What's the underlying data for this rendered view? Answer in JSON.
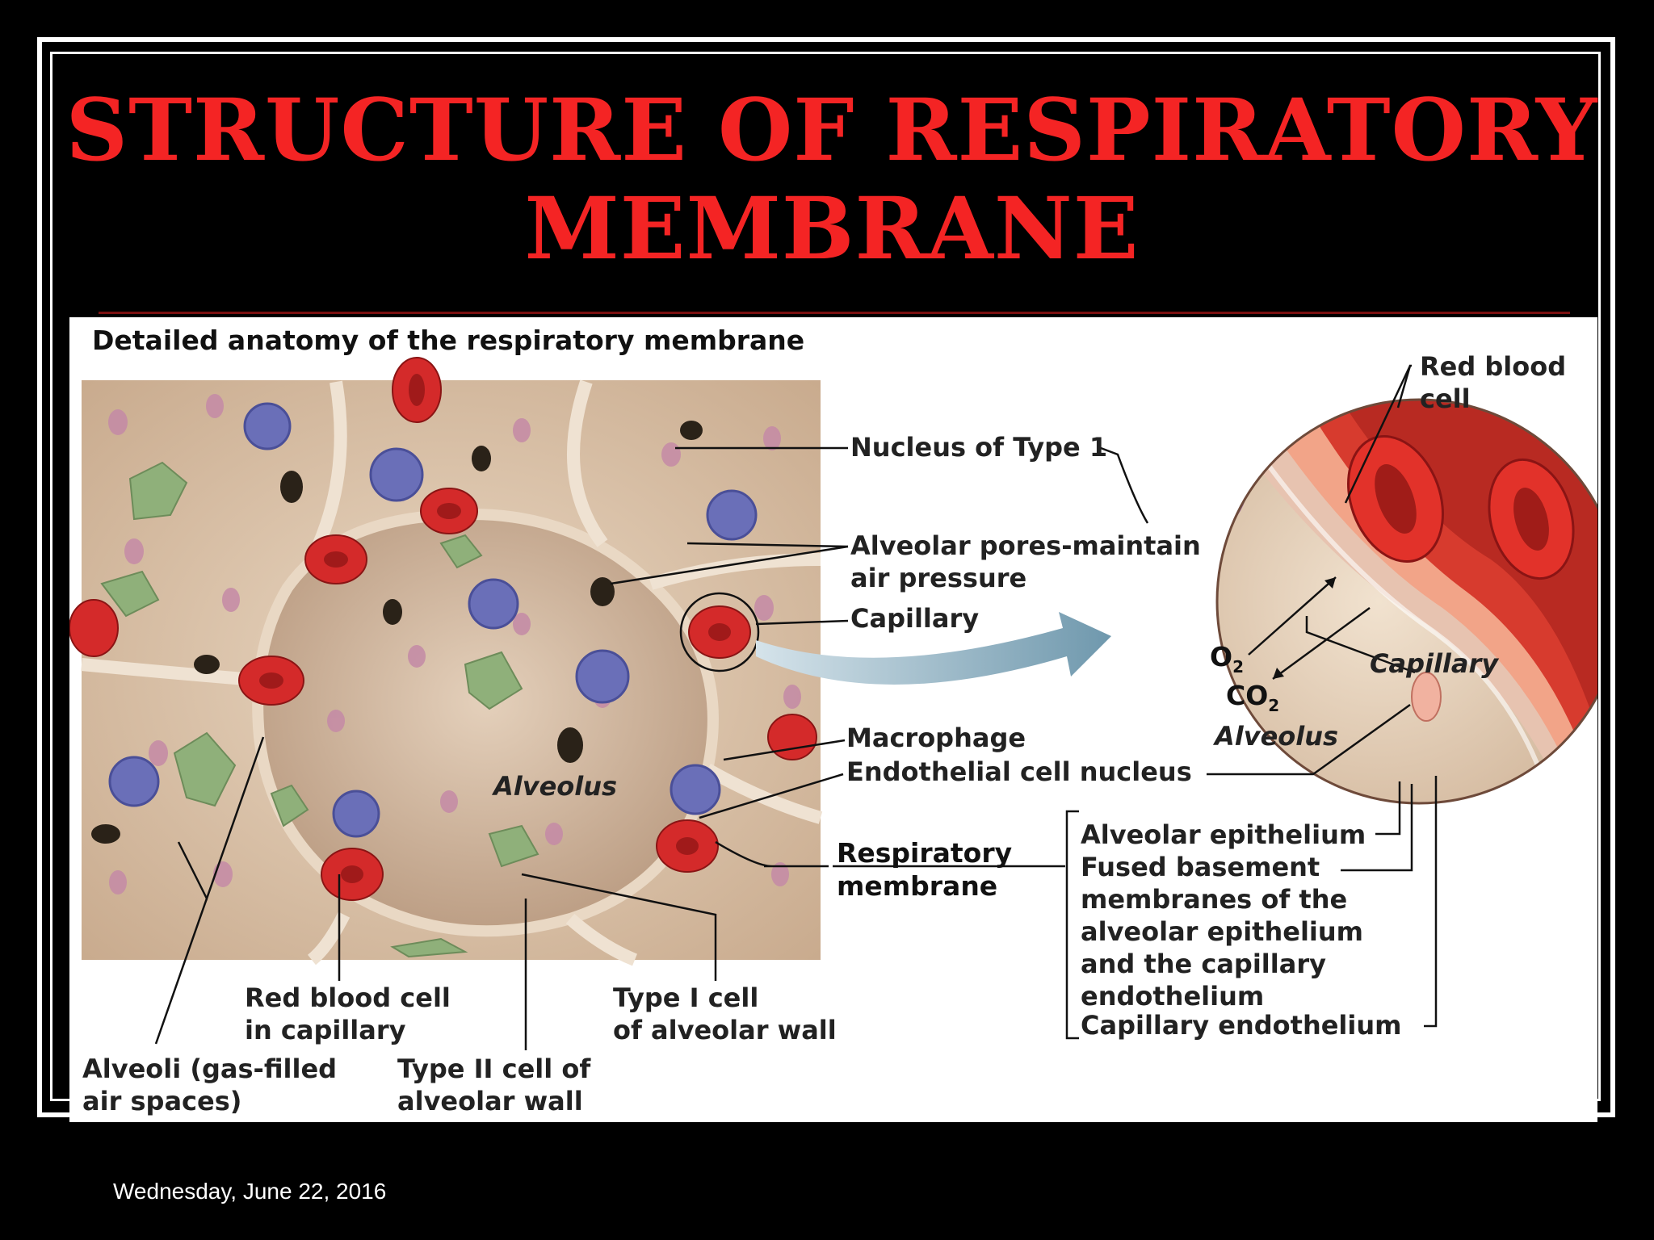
{
  "slide": {
    "title_line1": "STRUCTURE OF RESPIRATORY",
    "title_line2": "MEMBRANE",
    "footer_date": "Wednesday, June 22, 2016"
  },
  "figure": {
    "heading": "Detailed anatomy of the respiratory membrane",
    "labels": {
      "nucleus_type1": "Nucleus of Type 1",
      "alveolar_pores_1": "Alveolar pores-maintain",
      "alveolar_pores_2": "air pressure",
      "capillary": "Capillary",
      "macrophage": "Macrophage",
      "endothelial_nucleus": "Endothelial cell nucleus",
      "alveolus_left": "Alveolus",
      "respiratory_membrane_1": "Respiratory",
      "respiratory_membrane_2": "membrane",
      "rbc_capillary_1": "Red blood cell",
      "rbc_capillary_2": "in capillary",
      "type1_cell_1": "Type I cell",
      "type1_cell_2": "of alveolar wall",
      "alveoli_1": "Alveoli (gas-filled",
      "alveoli_2": "air spaces)",
      "type2_cell_1": "Type II cell of",
      "type2_cell_2": "alveolar wall",
      "red_blood_cell_1": "Red blood",
      "red_blood_cell_2": "cell",
      "o2": "O",
      "o2_sub": "2",
      "co2": "CO",
      "co2_sub": "2",
      "capillary_zoom": "Capillary",
      "alveolus_zoom": "Alveolus",
      "alveolar_epithelium": "Alveolar epithelium",
      "fused_1": "Fused basement",
      "fused_2": "membranes of the",
      "fused_3": "alveolar epithelium",
      "fused_4": "and the capillary",
      "fused_5": "endothelium",
      "capillary_endothelium": "Capillary endothelium"
    }
  },
  "colors": {
    "title": "#f42424",
    "tissue": "#d9c3aa",
    "blood": "#d42a2a",
    "macrophage": "#6a6fb8",
    "type2": "#8fb07a"
  }
}
